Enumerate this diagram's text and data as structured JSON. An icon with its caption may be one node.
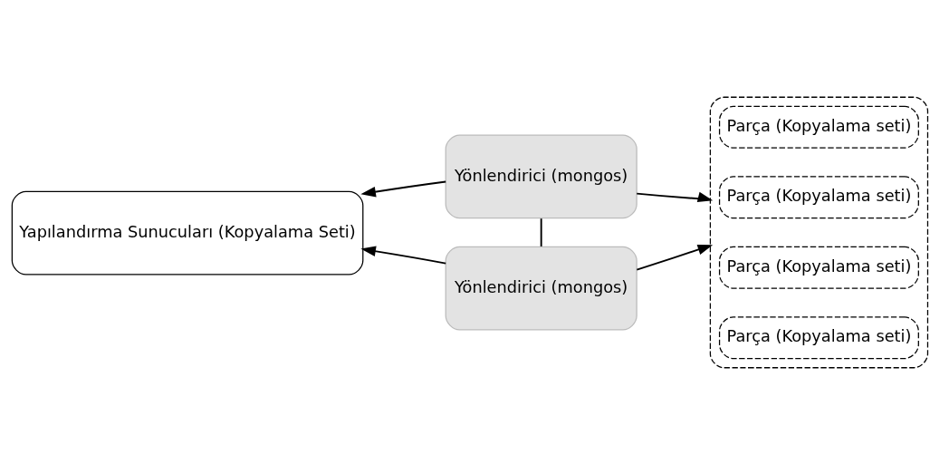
{
  "diagram": {
    "nodes": [
      {
        "text": [
          "Yönlendirici (mongos)"
        ]
      },
      {
        "text": [
          "Yapılandırma Sunucuları (Kopyalama Seti)"
        ]
      },
      {
        "text": [
          "Yönlendirici (mongos)"
        ]
      },
      {
        "text": [],
        "shape": "bracket"
      },
      {
        "text": [
          "Parça (Kopyalama seti)"
        ],
        "in": 3
      },
      {
        "text": [
          "Parça (Kopyalama seti)"
        ],
        "in": 3
      },
      {
        "text": [
          "Parça (Kopyalama seti)"
        ],
        "in": 3
      },
      {
        "text": [
          "Parça (Kopyalama seti)"
        ],
        "in": 3
      }
    ],
    "edges": [
      {
        "from": 0,
        "to": 1,
        "arrow": "to"
      },
      {
        "from": 2,
        "to": 1,
        "arrow": "to"
      },
      {
        "from": 0,
        "to": 2,
        "arrow": "none"
      },
      {
        "from": 0,
        "to": 3,
        "arrow": "to"
      },
      {
        "from": 2,
        "to": 3,
        "arrow": "to"
      }
    ]
  }
}
